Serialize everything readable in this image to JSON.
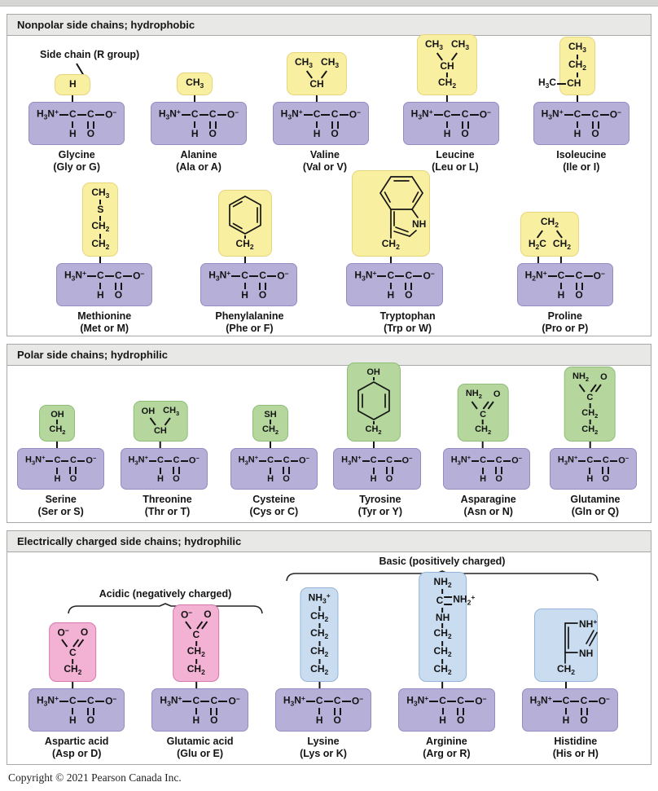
{
  "page": {
    "copyright": "Copyright © 2021 Pearson Canada Inc."
  },
  "colors": {
    "bond": "#141414",
    "backbone": {
      "fill": "#b6b0d8",
      "border": "#948cc2"
    },
    "nonpolar": {
      "fill": "#f9efa1",
      "border": "#e7d57e"
    },
    "polar": {
      "fill": "#b5d79e",
      "border": "#8cbe78"
    },
    "acidic": {
      "fill": "#f3b1d3",
      "border": "#d677ad"
    },
    "basic": {
      "fill": "#cadcf0",
      "border": "#92b5d9"
    }
  },
  "annotation": {
    "side_chain_label": "Side chain (R group)"
  },
  "backbone": {
    "prefix": "H3N+",
    "alpha": "C",
    "carbonyl": "C",
    "oxygen": "O-",
    "below_h": "H",
    "below_o": "O"
  },
  "panels": [
    {
      "title": "Nonpolar side chains; hydrophobic",
      "rows": [
        [
          {
            "name": "Glycine",
            "abbr": "(Gly or G)",
            "sidechain": {
              "kind": "stack",
              "items": [
                "H"
              ]
            }
          },
          {
            "name": "Alanine",
            "abbr": "(Ala or A)",
            "sidechain": {
              "kind": "stack",
              "items": [
                "CH3"
              ]
            }
          },
          {
            "name": "Valine",
            "abbr": "(Val or V)",
            "sidechain": {
              "kind": "branch",
              "top": [
                "CH3",
                "CH3"
              ],
              "center": "CH",
              "tail": []
            }
          },
          {
            "name": "Leucine",
            "abbr": "(Leu or L)",
            "sidechain": {
              "kind": "branch",
              "top": [
                "CH3",
                "CH3"
              ],
              "center": "CH",
              "tail": [
                "CH2"
              ]
            }
          },
          {
            "name": "Isoleucine",
            "abbr": "(Ile or I)",
            "sidechain": {
              "kind": "stack",
              "items": [
                "CH3",
                "CH2",
                {
                  "left": "H3C",
                  "t": "CH"
                }
              ]
            }
          }
        ],
        [
          {
            "name": "Methionine",
            "abbr": "(Met or M)",
            "sidechain": {
              "kind": "stack",
              "items": [
                "CH3",
                "S",
                "CH2",
                "CH2"
              ]
            }
          },
          {
            "name": "Phenylalanine",
            "abbr": "(Phe or F)",
            "sidechain": {
              "kind": "phenyl",
              "tail": [
                "CH2"
              ]
            }
          },
          {
            "name": "Tryptophan",
            "abbr": "(Trp or W)",
            "sidechain": {
              "kind": "indole",
              "ring_label": "NH",
              "tail": [
                "CH2"
              ]
            }
          },
          {
            "name": "Proline",
            "abbr": "(Pro or P)",
            "backbone_prefix": "H2N+",
            "sidechain": {
              "kind": "proline",
              "top": "CH2",
              "left": "H2C",
              "right": "CH2"
            }
          }
        ]
      ]
    },
    {
      "title": "Polar side chains; hydrophilic",
      "rows": [
        [
          {
            "name": "Serine",
            "abbr": "(Ser or S)",
            "sidechain": {
              "kind": "stack",
              "items": [
                "OH",
                "CH2"
              ]
            }
          },
          {
            "name": "Threonine",
            "abbr": "(Thr or T)",
            "sidechain": {
              "kind": "branch",
              "top": [
                "OH",
                "CH3"
              ],
              "center": "CH",
              "tail": []
            }
          },
          {
            "name": "Cysteine",
            "abbr": "(Cys or C)",
            "sidechain": {
              "kind": "stack",
              "items": [
                "SH",
                "CH2"
              ]
            }
          },
          {
            "name": "Tyrosine",
            "abbr": "(Tyr or Y)",
            "sidechain": {
              "kind": "phenol",
              "top": "OH",
              "tail": [
                "CH2"
              ]
            }
          },
          {
            "name": "Asparagine",
            "abbr": "(Asn or N)",
            "sidechain": {
              "kind": "ytop",
              "left": "NH2",
              "right": "O",
              "center": "C",
              "tail": [
                "CH2"
              ]
            }
          },
          {
            "name": "Glutamine",
            "abbr": "(Gln or Q)",
            "sidechain": {
              "kind": "ytop",
              "left": "NH2",
              "right": "O",
              "center": "C",
              "tail": [
                "CH2",
                "CH2"
              ]
            }
          }
        ]
      ]
    },
    {
      "title": "Electrically charged side chains; hydrophilic",
      "groups": [
        {
          "label": "Acidic (negatively charged)",
          "color": "acidic"
        },
        {
          "label": "Basic (positively charged)",
          "color": "basic"
        }
      ],
      "rows": [
        [
          {
            "name": "Aspartic acid",
            "abbr": "(Asp or D)",
            "group": "acidic",
            "sidechain": {
              "kind": "ytop",
              "left": "O-",
              "right": "O",
              "center": "C",
              "tail": [
                "CH2"
              ]
            }
          },
          {
            "name": "Glutamic acid",
            "abbr": "(Glu or E)",
            "group": "acidic",
            "sidechain": {
              "kind": "ytop",
              "left": "O-",
              "right": "O",
              "center": "C",
              "tail": [
                "CH2",
                "CH2"
              ]
            }
          },
          {
            "name": "Lysine",
            "abbr": "(Lys or K)",
            "group": "basic",
            "sidechain": {
              "kind": "stack",
              "items": [
                "NH3+",
                "CH2",
                "CH2",
                "CH2",
                "CH2"
              ]
            }
          },
          {
            "name": "Arginine",
            "abbr": "(Arg or R)",
            "group": "basic",
            "sidechain": {
              "kind": "stack",
              "items": [
                "NH2",
                {
                  "t": "C",
                  "right": "NH2+"
                },
                "NH",
                "CH2",
                "CH2",
                "CH2"
              ]
            }
          },
          {
            "name": "Histidine",
            "abbr": "(His or H)",
            "group": "basic",
            "sidechain": {
              "kind": "imidazole",
              "top_label": "NH+",
              "bottom_label": "NH",
              "tail": [
                "CH2"
              ]
            }
          }
        ]
      ]
    }
  ]
}
